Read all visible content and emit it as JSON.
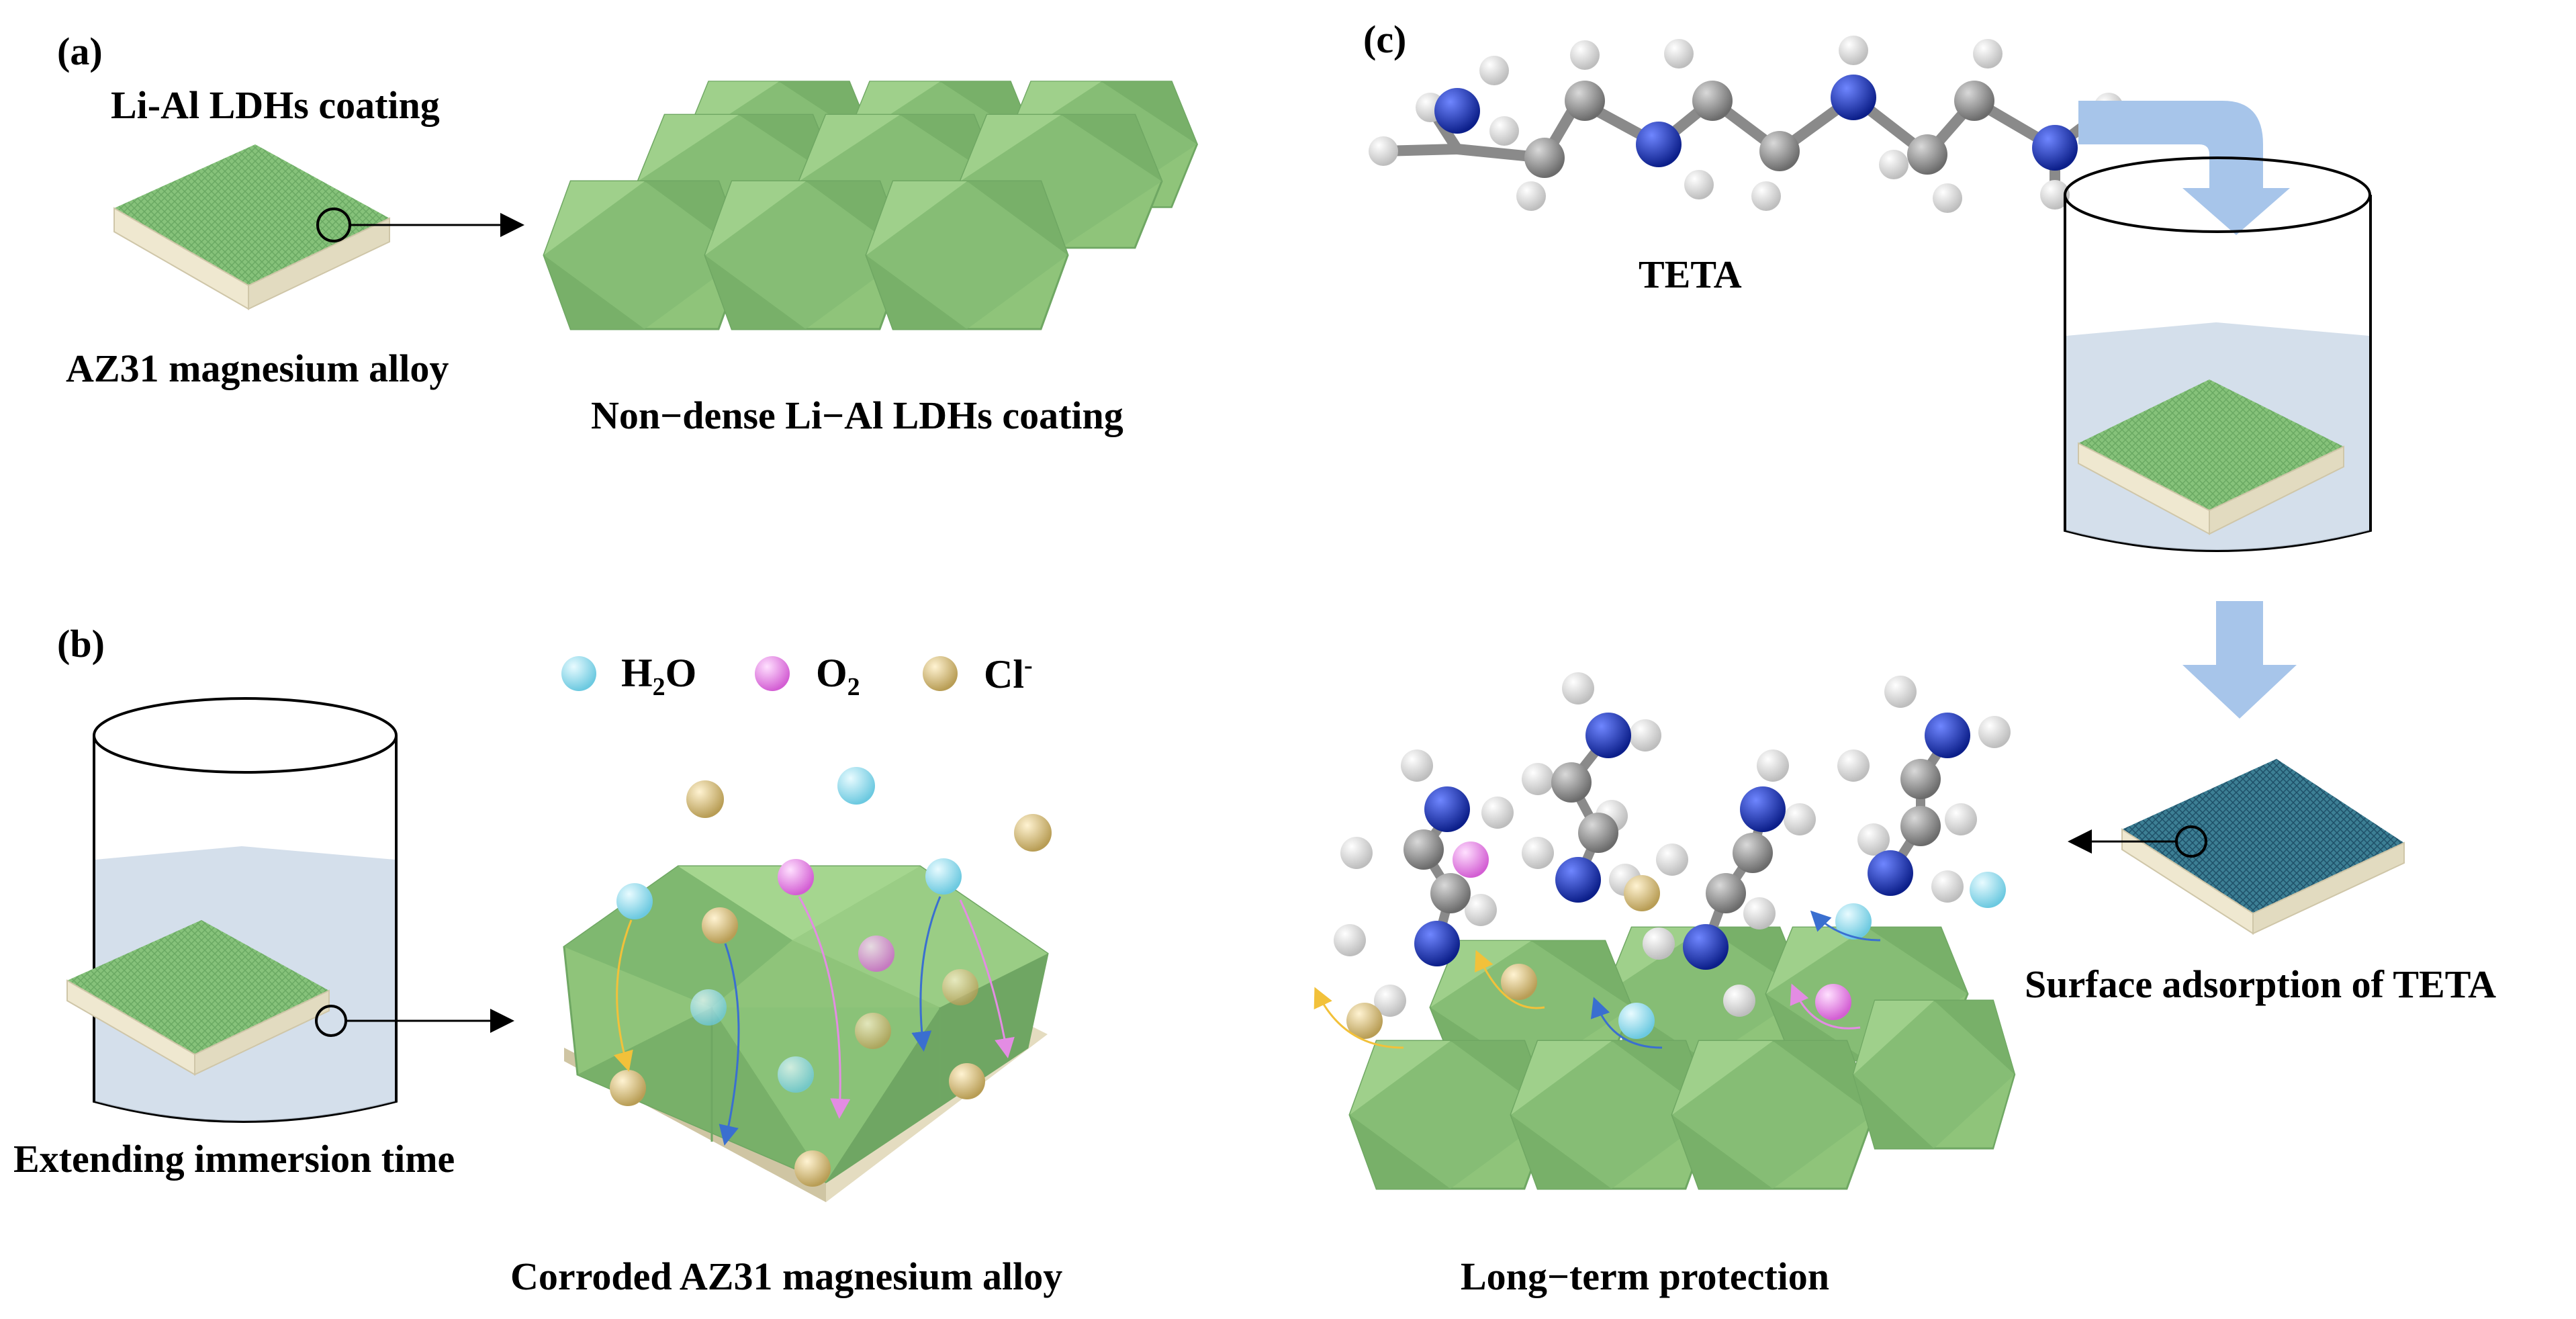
{
  "panels": {
    "a": {
      "label": "(a)",
      "coating_label": "Li-Al LDHs coating",
      "substrate_label": "AZ31 magnesium alloy",
      "detail_label": "Non−dense Li−Al LDHs coating"
    },
    "b": {
      "label": "(b)",
      "legend": [
        {
          "name": "H2O",
          "main": "H",
          "sub": "2",
          "tail": "O",
          "color": "#8fe0f0"
        },
        {
          "name": "O2",
          "main": "O",
          "sub": "2",
          "tail": "",
          "color": "#f08ef0"
        },
        {
          "name": "Cl-",
          "main": "Cl",
          "sup": "-",
          "tail": "",
          "color": "#d9c48a"
        }
      ],
      "immersion_label": "Extending immersion time",
      "corroded_label": "Corroded AZ31 magnesium alloy"
    },
    "c": {
      "label": "(c)",
      "molecule_label": "TETA",
      "adsorption_label": "Surface adsorption of TETA",
      "protection_label": "Long−term protection"
    }
  },
  "colors": {
    "coating_green": "#8fc47a",
    "coating_dark": "#5e9a55",
    "substrate": "#efe8d0",
    "water": "#c9d6e6",
    "arrow_blue": "#a7c5ea",
    "nitrogen": "#1f3fb8",
    "carbon": "#8c8c8c",
    "hydrogen": "#f2f2f2",
    "teta_surface": "#2f6f8a"
  }
}
